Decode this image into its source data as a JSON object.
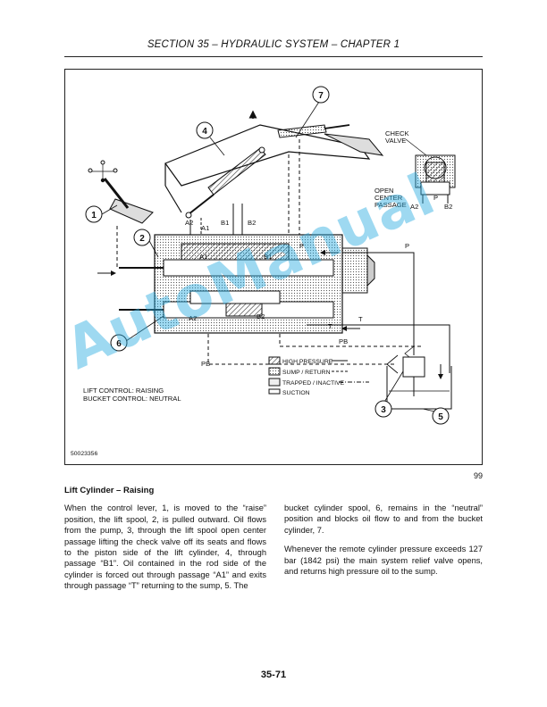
{
  "header": {
    "title": "SECTION 35 – HYDRAULIC SYSTEM – CHAPTER 1"
  },
  "figure": {
    "callouts": [
      "1",
      "2",
      "3",
      "4",
      "5",
      "6",
      "7"
    ],
    "labels": {
      "check_valve_1": "CHECK",
      "check_valve_2": "VALVE",
      "open_center_1": "OPEN",
      "open_center_2": "CENTER",
      "open_center_3": "PASSAGE",
      "a2": "A2",
      "p": "P",
      "b2": "B2",
      "a1": "A1",
      "b1": "B1",
      "t": "T",
      "pb": "PB"
    },
    "legend": {
      "high_pressure": "HIGH PRESSURE",
      "sump_return": "SUMP / RETURN",
      "trapped_inactive": "TRAPPED / INACTIVE",
      "suction": "SUCTION"
    },
    "control_state_1": "LIFT CONTROL:  RAISING",
    "control_state_2": "BUCKET CONTROL:  NEUTRAL",
    "part_number": "50023356",
    "figure_number": "99"
  },
  "body": {
    "heading": "Lift Cylinder – Raising",
    "paragraph_1": "When the control lever, 1, is moved to the “raise” position, the lift spool, 2, is pulled outward. Oil flows from the pump, 3, through the lift spool open center passage lifting the check valve off its seats and flows to the piston side of the lift cylinder, 4, through passage “B1”. Oil contained in the rod side of the cylinder is forced out through passage “A1” and exits through passage “T” returning to the sump, 5. The",
    "paragraph_2": "bucket cylinder spool, 6, remains in the “neutral” position and blocks oil flow to and from the bucket cylinder, 7.",
    "paragraph_3": "Whenever the remote cylinder pressure exceeds 127 bar (1842 psi) the main system relief valve opens, and returns high pressure oil to the sump."
  },
  "footer": {
    "page_number": "35-71"
  },
  "watermark": {
    "text": "AutoManual",
    "color": "#28AAE1"
  }
}
